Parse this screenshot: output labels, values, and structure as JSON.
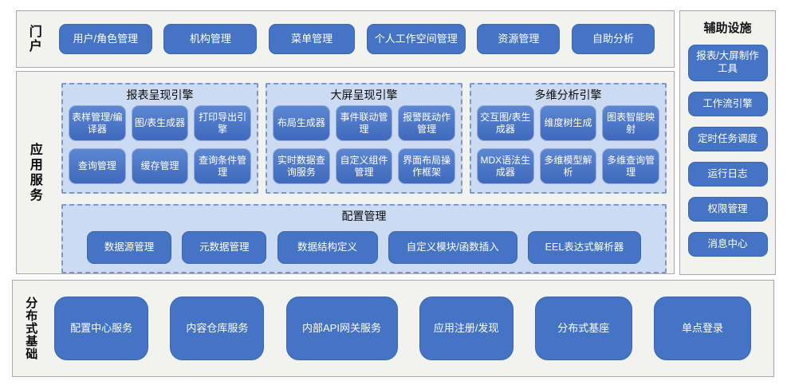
{
  "colors": {
    "accent_blue": "#4574c5",
    "engine_button_blue": "#4068bc",
    "panel_light_blue": "#ccdaf2",
    "panel_dashed_border": "#7e95c5",
    "section_background": "#f2f2f1",
    "section_border": "#a8a8a8",
    "button_text": "#ffffff"
  },
  "portal": {
    "label": "门户",
    "items": [
      "用户/角色管理",
      "机构管理",
      "菜单管理",
      "个人工作空间管理",
      "资源管理",
      "自助分析"
    ]
  },
  "aux": {
    "title": "辅助设施",
    "items": [
      "报表/大屏制作工具",
      "工作流引擎",
      "定时任务调度",
      "运行日志",
      "权限管理",
      "消息中心"
    ]
  },
  "app": {
    "label": "应用服务",
    "engines": [
      {
        "title": "报表呈现引擎",
        "items": [
          "表样管理/编译器",
          "图/表生成器",
          "打印导出引擎",
          "查询管理",
          "缓存管理",
          "查询条件管理"
        ]
      },
      {
        "title": "大屏呈现引擎",
        "items": [
          "布局生成器",
          "事件联动管理",
          "报警既动作管理",
          "实时数据查询服务",
          "自定义组件管理",
          "界面布局操作框架"
        ]
      },
      {
        "title": "多维分析引擎",
        "items": [
          "交互图/表生成器",
          "维度树生成",
          "图表智能映射",
          "MDX语法生成器",
          "多维模型解析",
          "多维查询管理"
        ]
      }
    ],
    "config": {
      "title": "配置管理",
      "items": [
        "数据源管理",
        "元数据管理",
        "数据结构定义",
        "自定义模块/函数插入",
        "EEL表达式解析器"
      ]
    }
  },
  "dist": {
    "label": "分布式基础",
    "items": [
      "配置中心服务",
      "内容仓库服务",
      "内部API网关服务",
      "应用注册/发现",
      "分布式基座",
      "单点登录"
    ]
  }
}
